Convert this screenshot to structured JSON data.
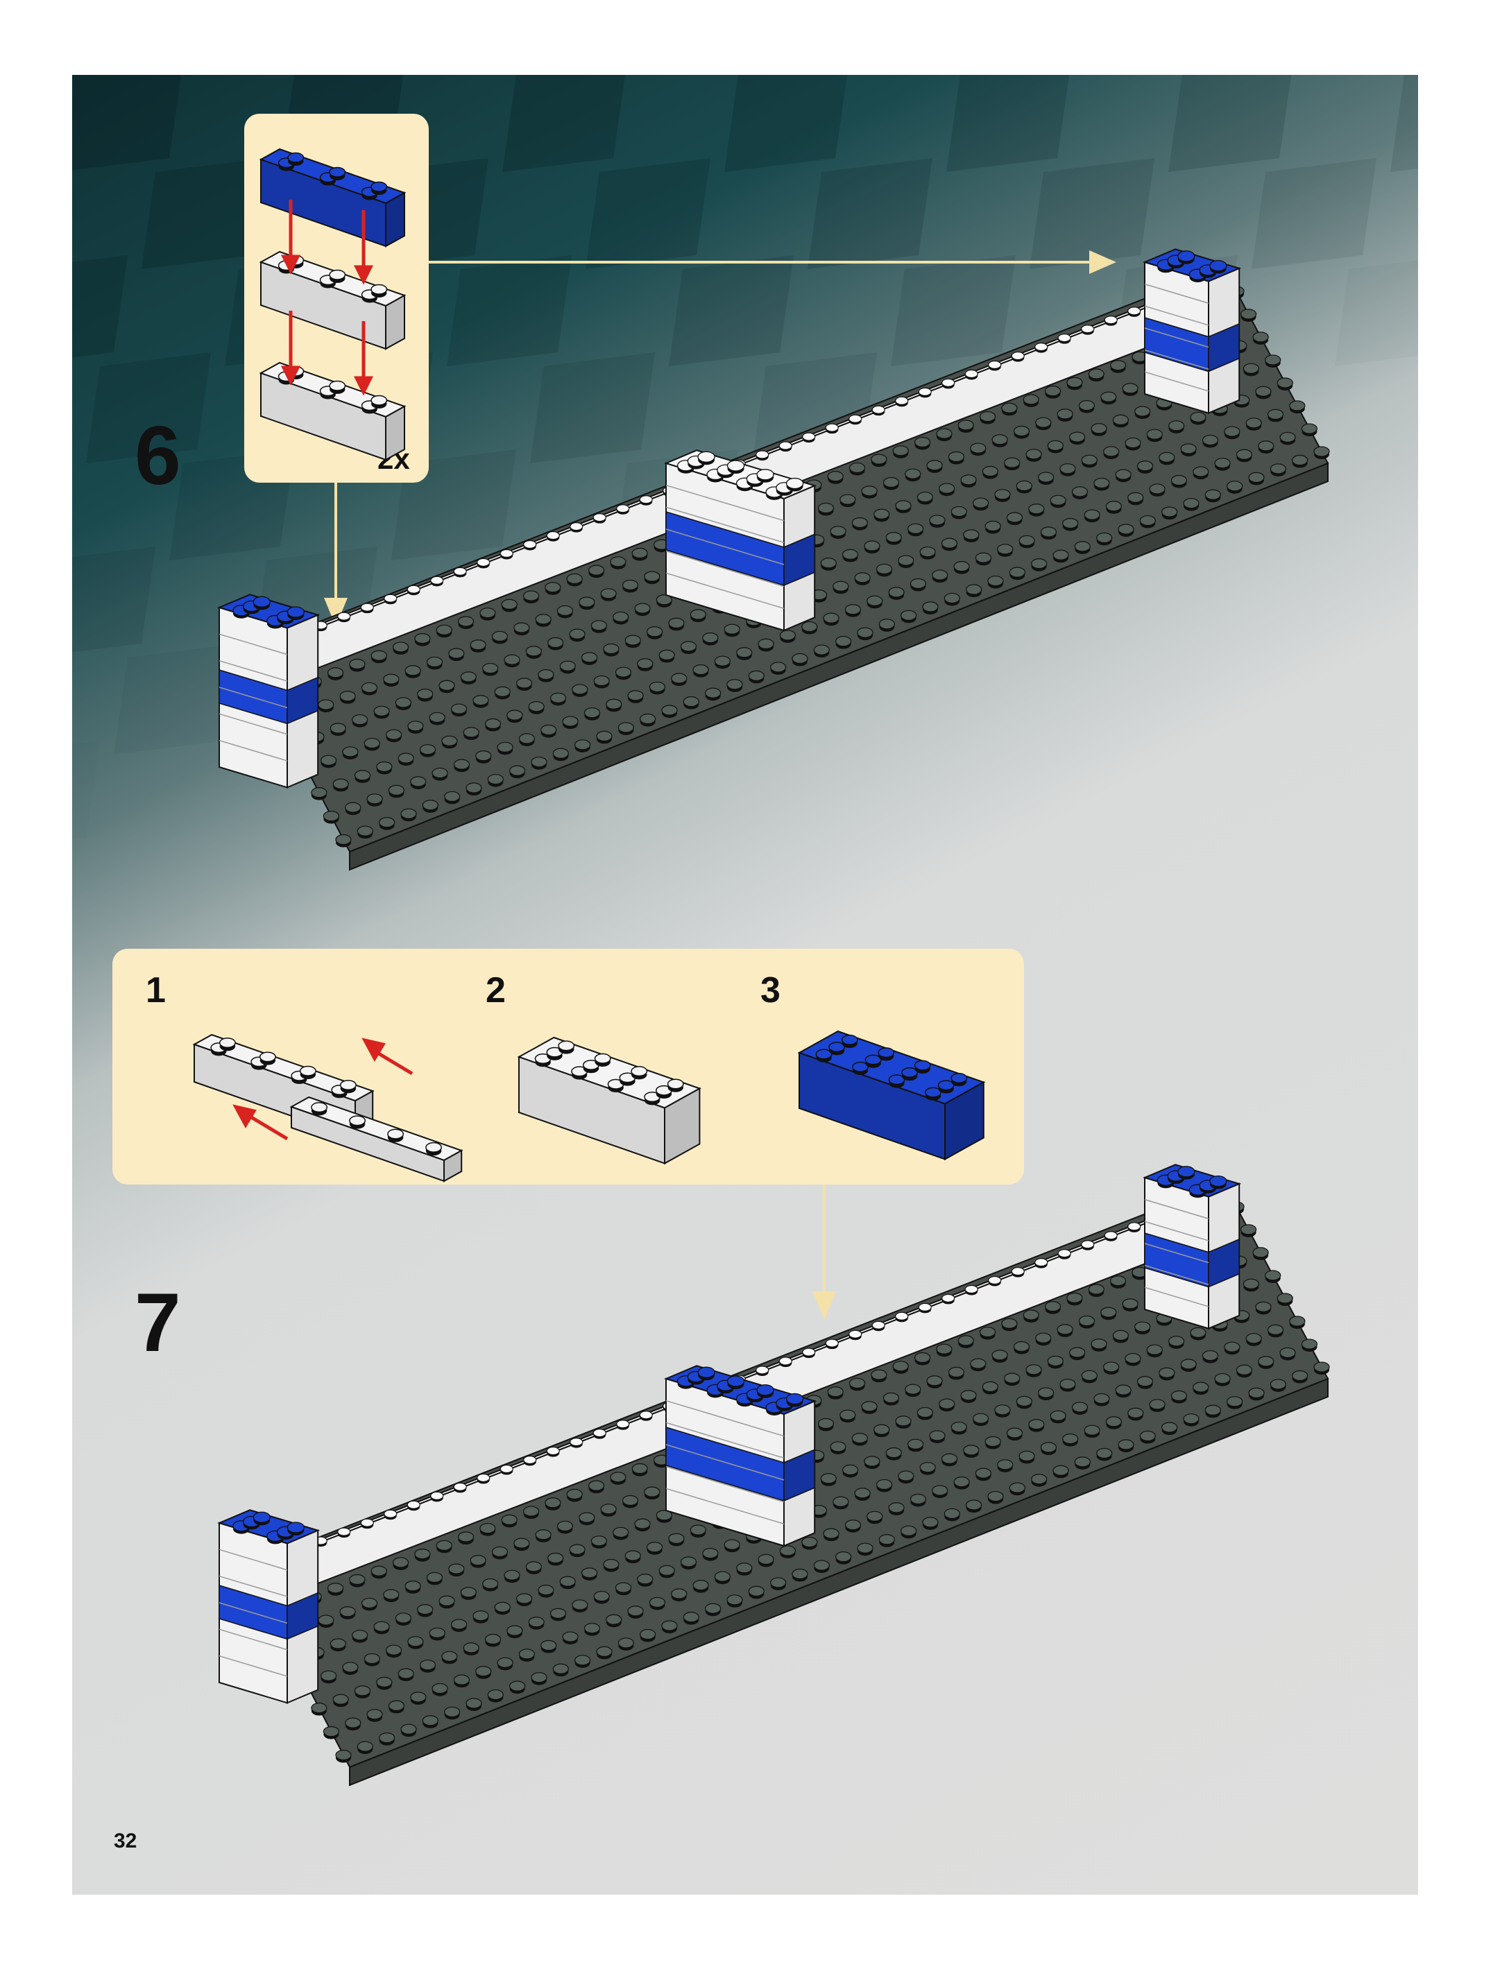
{
  "page_number": "32",
  "colors": {
    "blue": "#1c44d2",
    "white": "#f4f4f4",
    "dark_gray": "#4a504c",
    "callout": "#fbecc4",
    "arrow_red": "#d8231f",
    "arrow_cream": "#f3e1a8"
  },
  "steps": [
    {
      "number": "6",
      "callout": {
        "quantity": "2x",
        "parts": [
          "blue-2x3-plate",
          "white-2x3-plate",
          "white-2x3-plate"
        ]
      }
    },
    {
      "number": "7",
      "callout": {
        "substeps": [
          {
            "number": "1",
            "parts": [
              "white-2x4-plate",
              "white-1x4-plate"
            ]
          },
          {
            "number": "2",
            "parts": [
              "white-3x4-plate-assembly"
            ]
          },
          {
            "number": "3",
            "parts": [
              "blue-3x4-plate-assembly"
            ]
          }
        ]
      }
    }
  ]
}
